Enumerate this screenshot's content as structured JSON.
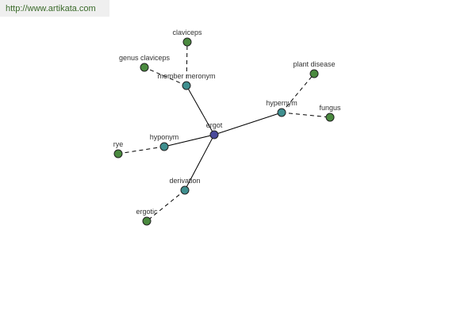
{
  "site_url": "http://www.artikata.com",
  "colors": {
    "center": "#4a4a9a",
    "relation": "#3f8f8f",
    "leaf": "#4a8a3f"
  },
  "nodes": [
    {
      "id": "ergot",
      "label": "ergot",
      "kind": "center"
    },
    {
      "id": "member_meronym",
      "label": "member meronym",
      "kind": "relation"
    },
    {
      "id": "hypernym",
      "label": "hypernym",
      "kind": "relation"
    },
    {
      "id": "hyponym",
      "label": "hyponym",
      "kind": "relation"
    },
    {
      "id": "derivation",
      "label": "derivation",
      "kind": "relation"
    },
    {
      "id": "claviceps",
      "label": "claviceps",
      "kind": "leaf"
    },
    {
      "id": "genus_claviceps",
      "label": "genus claviceps",
      "kind": "leaf"
    },
    {
      "id": "plant_disease",
      "label": "plant disease",
      "kind": "leaf"
    },
    {
      "id": "fungus",
      "label": "fungus",
      "kind": "leaf"
    },
    {
      "id": "rye",
      "label": "rye",
      "kind": "leaf"
    },
    {
      "id": "ergotic",
      "label": "ergotic",
      "kind": "leaf"
    }
  ],
  "edges": [
    {
      "from": "ergot",
      "to": "member_meronym",
      "style": "solid"
    },
    {
      "from": "ergot",
      "to": "hypernym",
      "style": "solid"
    },
    {
      "from": "ergot",
      "to": "hyponym",
      "style": "solid"
    },
    {
      "from": "ergot",
      "to": "derivation",
      "style": "solid"
    },
    {
      "from": "member_meronym",
      "to": "claviceps",
      "style": "dashed"
    },
    {
      "from": "member_meronym",
      "to": "genus_claviceps",
      "style": "dashed"
    },
    {
      "from": "hypernym",
      "to": "plant_disease",
      "style": "dashed"
    },
    {
      "from": "hypernym",
      "to": "fungus",
      "style": "dashed"
    },
    {
      "from": "hyponym",
      "to": "rye",
      "style": "dashed"
    },
    {
      "from": "derivation",
      "to": "ergotic",
      "style": "dashed"
    }
  ]
}
